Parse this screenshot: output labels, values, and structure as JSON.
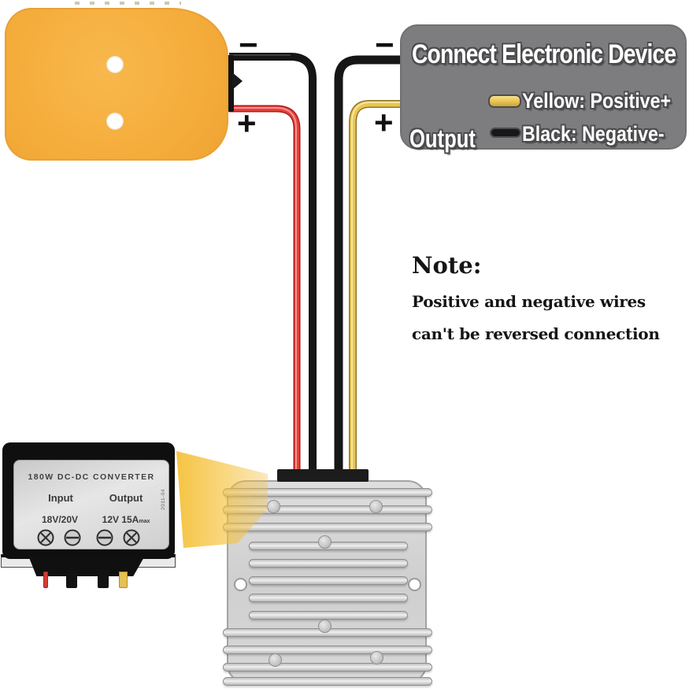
{
  "polarity": {
    "battery_negative": "−",
    "battery_positive": "+",
    "output_negative": "−",
    "output_positive": "+"
  },
  "info_box": {
    "title": "Connect Electronic Device",
    "output_label": "Output",
    "legend": [
      {
        "color": "#E7C24E",
        "label": "Yellow: Positive+"
      },
      {
        "color": "#17171A",
        "label": "Black: Negative-"
      }
    ]
  },
  "note": {
    "heading": "Note:",
    "lines": [
      "Positive and negative wires",
      "can't be reversed connection"
    ]
  },
  "converter_label": {
    "title": "180W DC-DC CONVERTER",
    "input_header": "Input",
    "output_header": "Output",
    "input_value": "18V/20V",
    "output_value": "12V 15A",
    "output_suffix": "max",
    "side_code": "2011-04"
  },
  "colors": {
    "adapter_yellow": "#F5AE3C",
    "info_box_gray": "#7D7D7F",
    "wire_red": "#E6413C",
    "wire_yellow": "#E9C654",
    "wire_black": "#161616",
    "beam_yellow": "#F5C139",
    "heatsink_silver": "#D6D6D6"
  }
}
